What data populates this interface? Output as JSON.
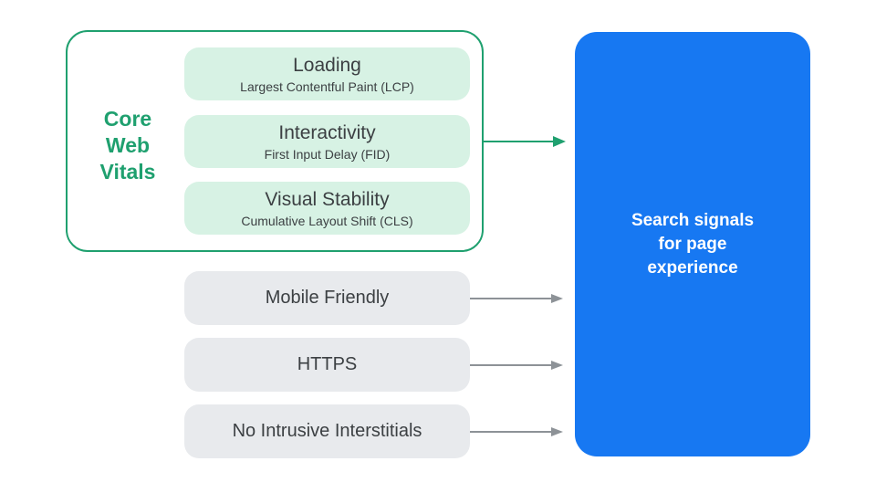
{
  "colors": {
    "green": "#1fa06f",
    "mint": "#d7f2e4",
    "pill_gray": "#e8eaed",
    "text_dark": "#3c4043",
    "arrow_gray": "#8d9297",
    "blue": "#1778f2",
    "text_white": "#ffffff"
  },
  "core_web_vitals": {
    "label": "Core Web Vitals",
    "label_lines": [
      "Core",
      "Web",
      "Vitals"
    ],
    "items": [
      {
        "title": "Loading",
        "subtitle": "Largest Contentful Paint (LCP)"
      },
      {
        "title": "Interactivity",
        "subtitle": "First Input Delay (FID)"
      },
      {
        "title": "Visual Stability",
        "subtitle": "Cumulative Layout Shift (CLS)"
      }
    ]
  },
  "other_signals": [
    "Mobile Friendly",
    "HTTPS",
    "No Intrusive Interstitials"
  ],
  "result_box": {
    "label": "Search signals for page experience",
    "label_lines": [
      "Search signals",
      "for page",
      "experience"
    ]
  }
}
